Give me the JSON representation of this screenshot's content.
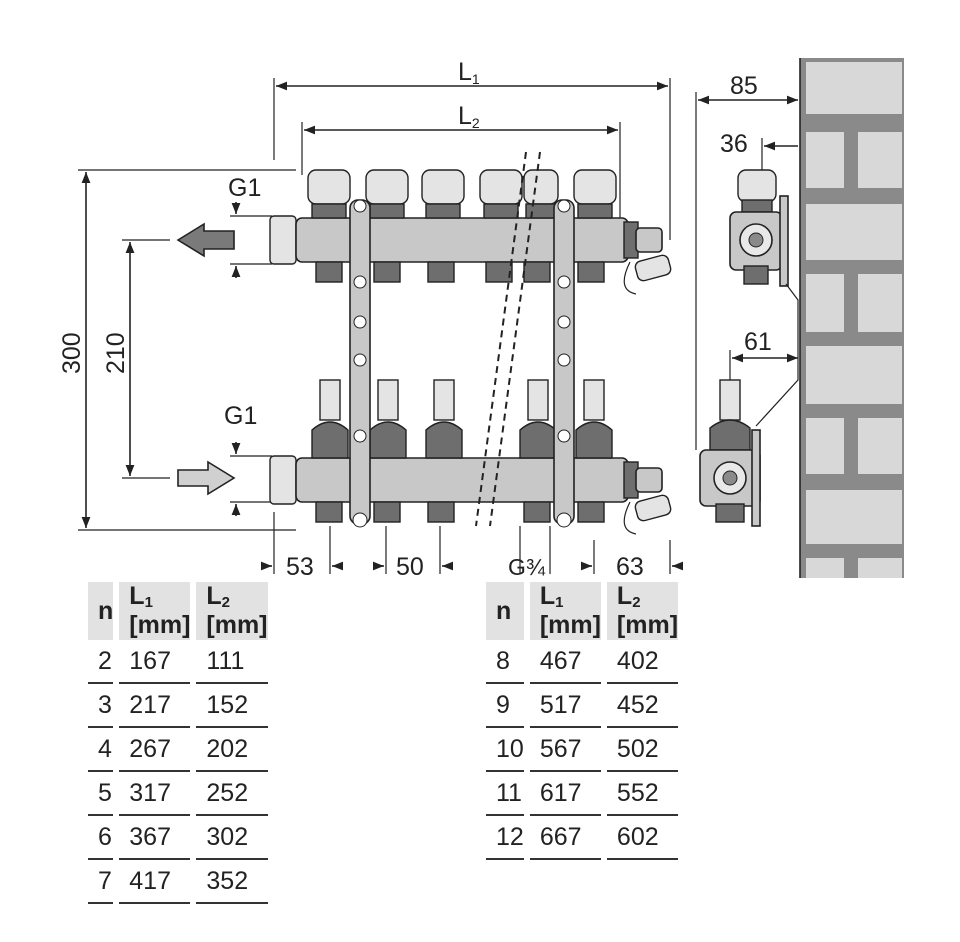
{
  "dimensions": {
    "L1": "L",
    "L1_sub": "1",
    "L2": "L",
    "L2_sub": "2",
    "d85": "85",
    "d36": "36",
    "d61": "61",
    "d300": "300",
    "d210": "210",
    "G1_top": "G1",
    "G1_bottom": "G1",
    "d53": "53",
    "d50": "50",
    "g34": "G¾",
    "d63": "63"
  },
  "table": {
    "headers": [
      {
        "main": "n",
        "sub": "",
        "unit": ""
      },
      {
        "main": "L",
        "sub": "1",
        "unit": " [mm]"
      },
      {
        "main": "L",
        "sub": "2",
        "unit": " [mm]"
      }
    ],
    "left_rows": [
      [
        "2",
        "167",
        "111"
      ],
      [
        "3",
        "217",
        "152"
      ],
      [
        "4",
        "267",
        "202"
      ],
      [
        "5",
        "317",
        "252"
      ],
      [
        "6",
        "367",
        "302"
      ],
      [
        "7",
        "417",
        "352"
      ]
    ],
    "right_rows": [
      [
        "8",
        "467",
        "402"
      ],
      [
        "9",
        "517",
        "452"
      ],
      [
        "10",
        "567",
        "502"
      ],
      [
        "11",
        "617",
        "552"
      ],
      [
        "12",
        "667",
        "602"
      ]
    ]
  }
}
